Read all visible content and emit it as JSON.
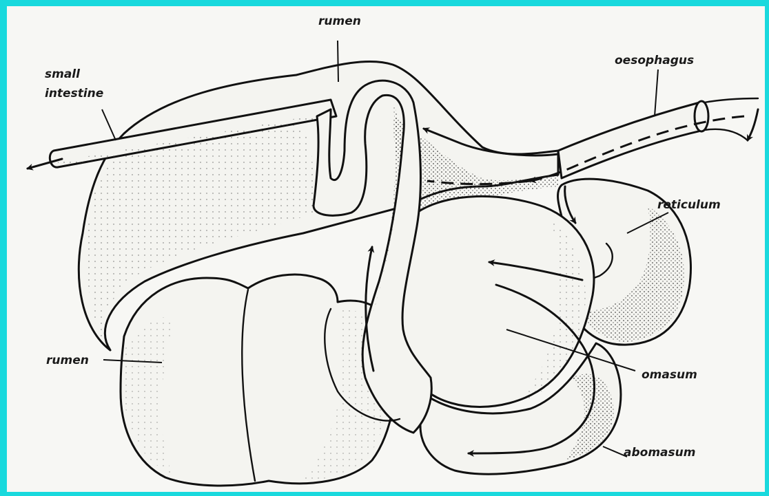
{
  "diagram": {
    "labels": {
      "small_intestine_line1": "small",
      "small_intestine_line2": "intestine",
      "rumen_top": "rumen",
      "oesophagus": "oesophagus",
      "reticulum": "reticulum",
      "rumen_left": "rumen",
      "omasum": "omasum",
      "abomasum": "abomasum"
    },
    "colors": {
      "border": "#19d9dd",
      "paper": "#f7f7f4",
      "ink": "#111111"
    }
  }
}
